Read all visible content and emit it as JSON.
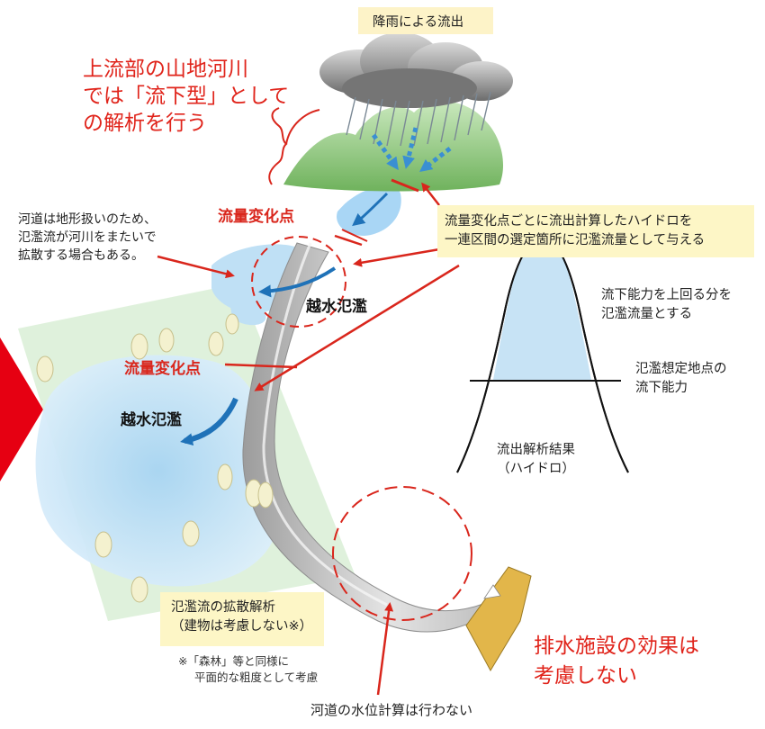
{
  "header": {
    "rainfall_runoff": "降雨による流出"
  },
  "labels": {
    "upstream_note_lines": [
      "上流部の山地河川",
      "では「流下型」として",
      "の解析を行う"
    ],
    "flow_change_point_upper": "流量変化点",
    "flow_change_point_lower": "流量変化点",
    "overtopping_upper": "越水氾濫",
    "overtopping_lower": "越水氾濫",
    "channel_note_lines": [
      "河道は地形扱いのため、",
      "氾濫流が河川をまたいで",
      "拡散する場合もある。"
    ],
    "hydro_note_lines": [
      "流量変化点ごとに流出計算したハイドロを",
      "一連区間の選定箇所に氾濫流量として与える"
    ],
    "capacity_note_lines": [
      "流下能力を上回る分を",
      "氾濫流量とする"
    ],
    "capacity_point_lines": [
      "氾濫想定地点の",
      "流下能力"
    ],
    "hydrograph_lines": [
      "流出解析結果",
      "（ハイドロ）"
    ],
    "diffusion_note_lines": [
      "氾濫流の拡散解析",
      "（建物は考慮しない※）"
    ],
    "footnote_lines": [
      "※「森林」等と同様に",
      "平面的な粗度として考慮"
    ],
    "drainage_note_lines": [
      "排水施設の効果は",
      "考慮しない"
    ],
    "water_level_note": "河道の水位計算は行わない"
  },
  "colors": {
    "accent_red": "#e0241b",
    "note_box": "#fdf6c6",
    "flood_blue": "#bfe0f5",
    "channel_grey": "#d6d6d6",
    "hill_green": "#9ccf8a"
  }
}
